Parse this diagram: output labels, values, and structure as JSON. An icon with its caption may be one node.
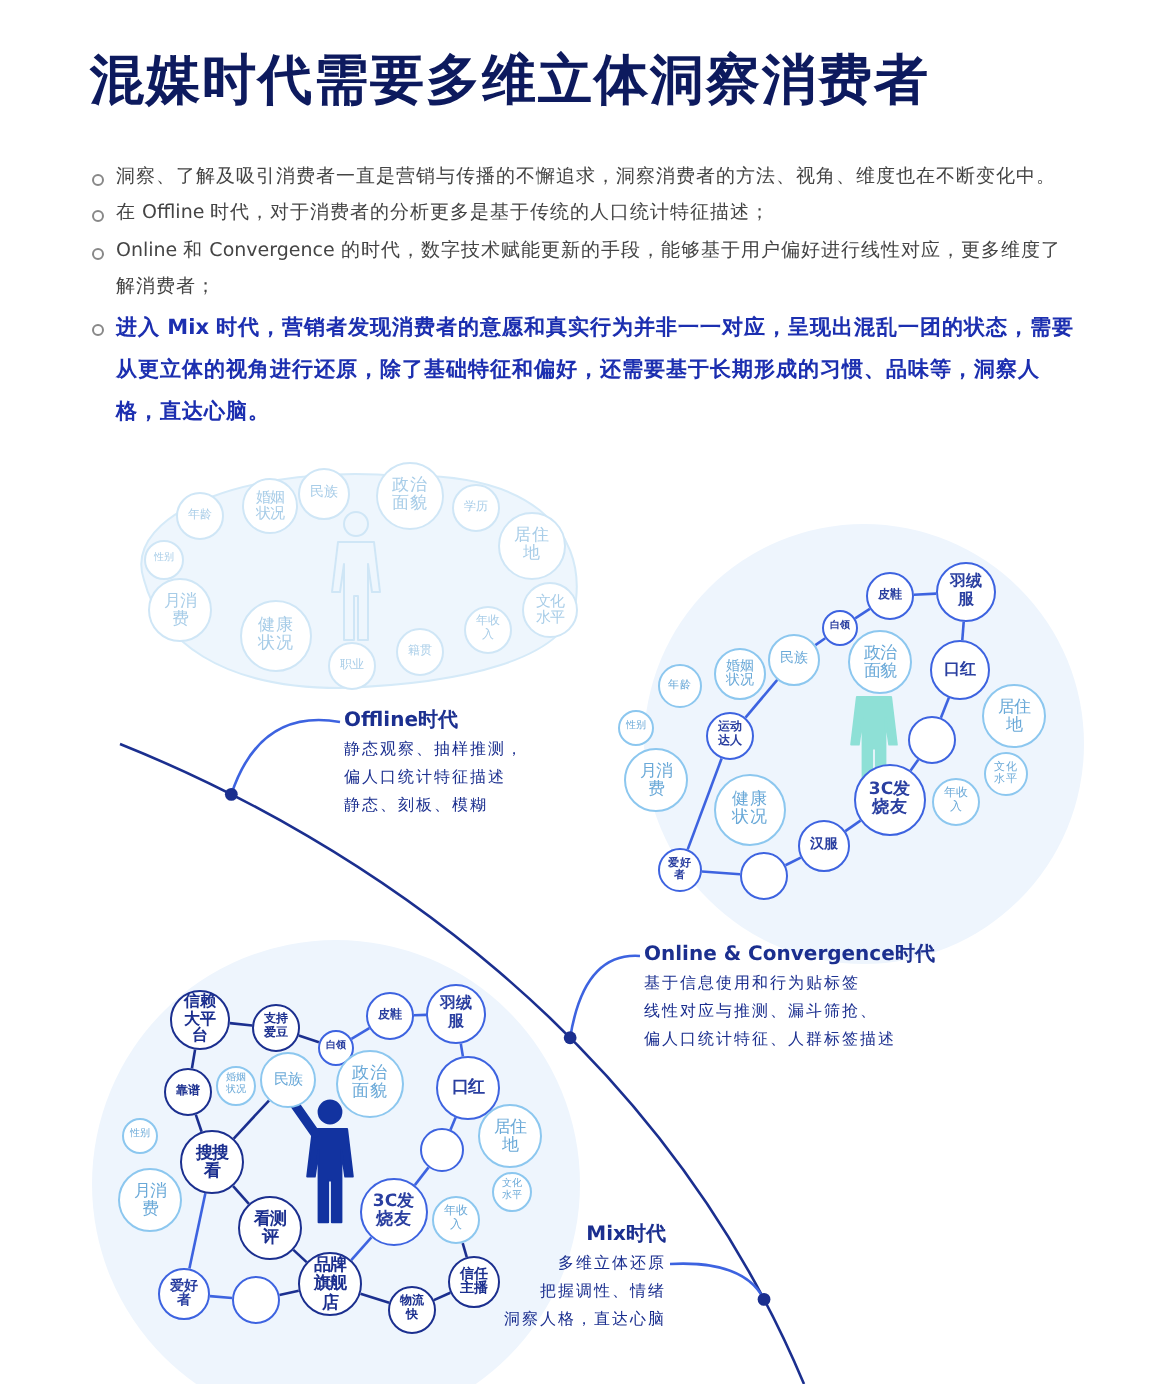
{
  "diagram": {
    "title": "混媒时代需要多维立体洞察消费者",
    "nodes": [
      {
        "text": [
          "性别"
        ]
      },
      {
        "text": [
          "年龄"
        ]
      },
      {
        "text": [
          "婚姻状况"
        ]
      },
      {
        "text": [
          "民族"
        ]
      },
      {
        "text": [
          "政治面貌"
        ]
      },
      {
        "text": [
          "学历"
        ]
      },
      {
        "text": [
          "居住地"
        ]
      },
      {
        "text": [
          "文化水平"
        ]
      },
      {
        "text": [
          "年收入"
        ]
      },
      {
        "text": [
          "籍贯"
        ]
      },
      {
        "text": [
          "职业"
        ]
      },
      {
        "text": [
          "健康状况"
        ]
      },
      {
        "text": [
          "月消费"
        ]
      },
      {
        "text": [
          "皮鞋"
        ]
      },
      {
        "text": [
          "羽绒服"
        ]
      },
      {
        "text": [
          "白领"
        ]
      },
      {
        "text": [
          "政治面貌"
        ]
      },
      {
        "text": [
          "民族"
        ]
      },
      {
        "text": [
          "婚姻状况"
        ]
      },
      {
        "text": [
          "年龄"
        ]
      },
      {
        "text": [
          "口红"
        ]
      },
      {
        "text": [
          "居住地"
        ]
      },
      {
        "text": [
          "性别"
        ]
      },
      {
        "text": [
          "运动达人"
        ]
      },
      {
        "text": [],
        "shape": "circle"
      },
      {
        "text": [
          "月消费"
        ]
      },
      {
        "text": [
          "文化水平"
        ]
      },
      {
        "text": [
          "健康状况"
        ]
      },
      {
        "text": [
          "3C发烧友"
        ]
      },
      {
        "text": [
          "年收入"
        ]
      },
      {
        "text": [
          "汉服"
        ]
      },
      {
        "text": [
          "爱好者"
        ]
      },
      {
        "text": [],
        "shape": "circle"
      },
      {
        "text": [
          "Offline时代",
          "静态观察、抽样推测，",
          "偏人口统计特征描述",
          "静态、刻板、模糊"
        ]
      },
      {
        "text": [
          "Online & Convergence时代",
          "基于信息使用和行为贴标签",
          "线性对应与推测、漏斗筛抢、",
          "偏人口统计特征、人群标签描述"
        ]
      },
      {
        "text": [
          "信赖大平台"
        ]
      },
      {
        "text": [
          "支持爱豆"
        ]
      },
      {
        "text": [
          "白领"
        ]
      },
      {
        "text": [
          "皮鞋"
        ]
      },
      {
        "text": [
          "羽绒服"
        ]
      },
      {
        "text": [
          "靠谱"
        ]
      },
      {
        "text": [
          "婚姻状况"
        ]
      },
      {
        "text": [
          "民族"
        ]
      },
      {
        "text": [
          "政治面貌"
        ]
      },
      {
        "text": [
          "口红"
        ]
      },
      {
        "text": [
          "性别"
        ]
      },
      {
        "text": [
          "居住地"
        ]
      },
      {
        "text": [
          "搜搜看"
        ]
      },
      {
        "text": [],
        "shape": "circle"
      },
      {
        "text": [
          "月消费"
        ]
      },
      {
        "text": [
          "文化水平"
        ]
      },
      {
        "text": [
          "看测评"
        ]
      },
      {
        "text": [
          "3C发烧友"
        ]
      },
      {
        "text": [
          "年收入"
        ]
      },
      {
        "text": [
          "爱好者"
        ]
      },
      {
        "text": [],
        "shape": "circle"
      },
      {
        "text": [
          "品牌旗舰店"
        ]
      },
      {
        "text": [
          "物流快"
        ]
      },
      {
        "text": [
          "信任主播"
        ]
      },
      {
        "text": [
          "Mix时代",
          "多维立体还原",
          "把握调性、情绪",
          "洞察人格，直达心脑"
        ]
      }
    ],
    "edges": [
      {
        "from": 31,
        "to": 23,
        "arrow": "none"
      },
      {
        "from": 23,
        "to": 17,
        "arrow": "none"
      },
      {
        "from": 17,
        "to": 15,
        "arrow": "none"
      },
      {
        "from": 15,
        "to": 13,
        "arrow": "none"
      },
      {
        "from": 13,
        "to": 14,
        "arrow": "none"
      },
      {
        "from": 14,
        "to": 20,
        "arrow": "none"
      },
      {
        "from": 20,
        "to": 24,
        "arrow": "none"
      },
      {
        "from": 24,
        "to": 28,
        "arrow": "none"
      },
      {
        "from": 28,
        "to": 30,
        "arrow": "none"
      },
      {
        "from": 30,
        "to": 32,
        "arrow": "none"
      },
      {
        "from": 32,
        "to": 31,
        "arrow": "none"
      },
      {
        "from": 35,
        "to": 36,
        "arrow": "none"
      },
      {
        "from": 36,
        "to": 37,
        "arrow": "none"
      },
      {
        "from": 37,
        "to": 38,
        "arrow": "none"
      },
      {
        "from": 38,
        "to": 39,
        "arrow": "none"
      },
      {
        "from": 39,
        "to": 44,
        "arrow": "none"
      },
      {
        "from": 44,
        "to": 48,
        "arrow": "none"
      },
      {
        "from": 48,
        "to": 52,
        "arrow": "none"
      },
      {
        "from": 52,
        "to": 56,
        "arrow": "none"
      },
      {
        "from": 56,
        "to": 57,
        "arrow": "none"
      },
      {
        "from": 57,
        "to": 58,
        "arrow": "none"
      },
      {
        "from": 58,
        "to": 53,
        "arrow": "none"
      },
      {
        "from": 35,
        "to": 40,
        "arrow": "none"
      },
      {
        "from": 40,
        "to": 47,
        "arrow": "none"
      },
      {
        "from": 47,
        "to": 51,
        "arrow": "none"
      },
      {
        "from": 51,
        "to": 56,
        "arrow": "none"
      },
      {
        "from": 56,
        "to": 55,
        "arrow": "none"
      },
      {
        "from": 55,
        "to": 54,
        "arrow": "none"
      },
      {
        "from": 54,
        "to": 47,
        "arrow": "none"
      },
      {
        "from": 47,
        "to": 42,
        "arrow": "none"
      },
      {
        "from": 33,
        "to": null,
        "arrow": "other"
      },
      {
        "from": 34,
        "to": null,
        "arrow": "other"
      },
      {
        "from": 59,
        "to": null,
        "arrow": "other"
      }
    ],
    "labels": [
      "洞察、了解及吸引消费者一直是营销与传播的不懈追求，洞察消费者的方法、视角、维度也在不断变化中。",
      "在 Offline 时代，对于消费者的分析更多是基于传统的人口统计特征描述；",
      "Online 和 Convergence 的时代，数字技术赋能更新的手段，能够基于用户偏好进行线性对应，更多维度了解消费者；",
      "进入 Mix 时代，营销者发现消费者的意愿和真实行为并非一一对应，呈现出混乱一团的状态，需要从更立体的视角进行还原，除了基础特征和偏好，还需要基于长期形成的习惯、品味等，洞察人格，直达心脑。"
    ]
  }
}
